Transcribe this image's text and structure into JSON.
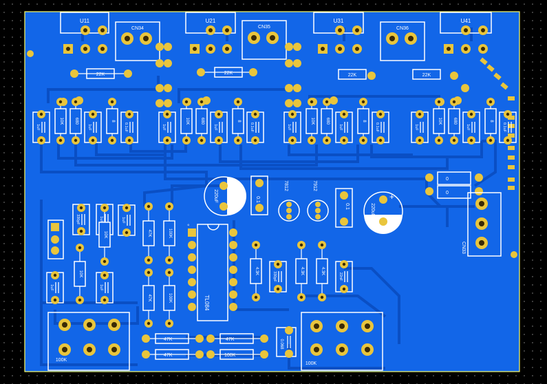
{
  "colors": {
    "background": "#000000",
    "board": "#1266e8",
    "board_edge": "#ffff66",
    "trace": "#0a4fc4",
    "pad": "#e9c53c",
    "pad_hole": "#3a2a05",
    "silk": "#ffffff"
  },
  "labels": {
    "u11": "U11",
    "u21": "U21",
    "u31": "U31",
    "u41": "U41",
    "cn34": "CN34",
    "cn35": "CN35",
    "cn36": "CN36",
    "cn33": "CN33",
    "r_22k": "22K",
    "r_10k": "10K",
    "r_680": "680",
    "r_8": "8",
    "c_1uf": "1uF",
    "c_01uf": "0.1uF",
    "c_220uf": "220uF",
    "c_01": "0.1",
    "r_47k": "47K",
    "r_100k": "100K",
    "r_43k": "4.3K",
    "c_330pf": "330pF",
    "c_22nf": "22nF",
    "c_0068": "0.068",
    "ic_7812": "7812",
    "ic_7912": "7912",
    "ic_tl084": "TL084",
    "pot_100k": "100K",
    "c_1uf_lower": "1uF",
    "c_01uf_lower": "0.1uF",
    "c_1uf_v": "1uF",
    "jmp_0": "0"
  }
}
